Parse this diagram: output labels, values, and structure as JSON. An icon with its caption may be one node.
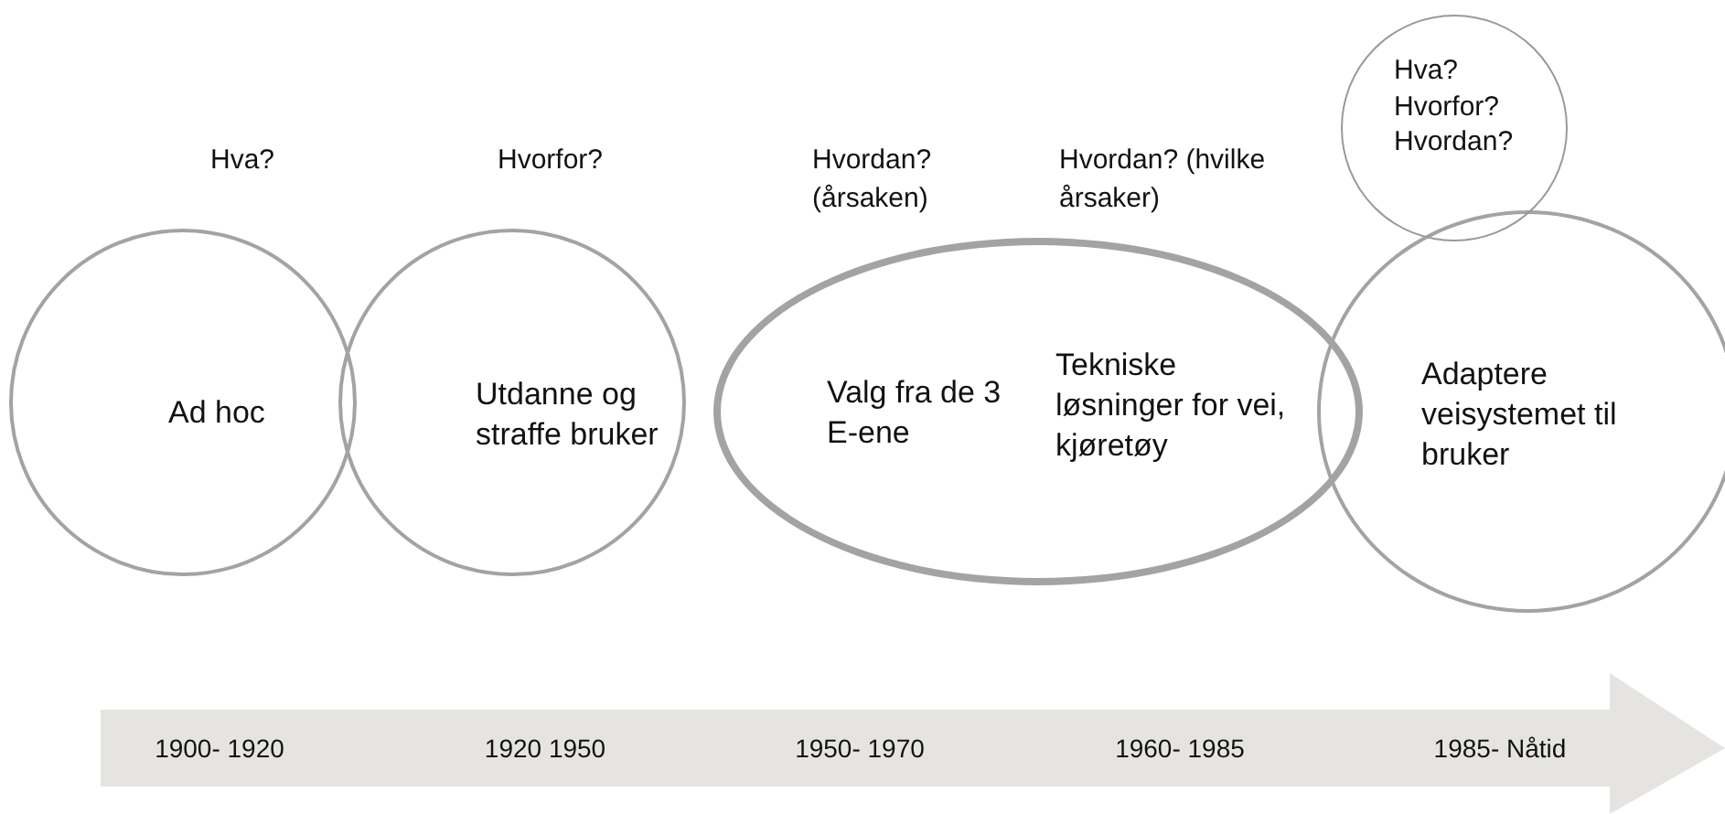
{
  "diagram": {
    "nodes": [
      {
        "text": [
          "Ad hoc"
        ],
        "beside": [
          "Hva?"
        ]
      },
      {
        "text": [
          "Utdanne og straffe bruker"
        ],
        "beside": [
          "Hvorfor?"
        ]
      },
      {
        "text": [
          "Valg fra de 3 E-ene",
          "Tekniske løsninger for vei, kjøretøy"
        ],
        "beside": [
          "Hvordan? (årsaken)",
          "Hvordan? (hvilke årsaker)"
        ]
      },
      {
        "text": [
          "Adaptere veisystemet til bruker"
        ]
      },
      {
        "text": [
          "Hva? Hvorfor? Hvordan?"
        ]
      }
    ],
    "edges": [],
    "labels": [
      "1900- 1920",
      "1920 1950",
      "1950- 1970",
      "1960- 1985",
      "1985- Nåtid"
    ]
  }
}
